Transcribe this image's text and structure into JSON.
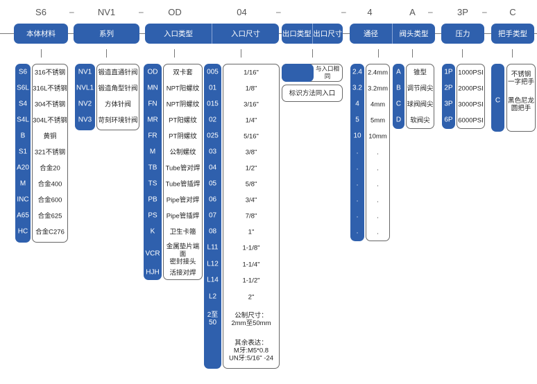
{
  "codes": [
    "S6",
    "NV1",
    "OD",
    "04",
    "4",
    "A",
    "3P",
    "C"
  ],
  "headers": {
    "material": "本体材料",
    "series": "系列",
    "inlet_type": "入口类型",
    "inlet_size": "入口尺寸",
    "outlet_type": "出口类型",
    "outlet_size": "出口尺寸",
    "bore": "通径",
    "head": "阀头类型",
    "pressure": "压力",
    "handle": "把手类型"
  },
  "material": [
    [
      "S6",
      "316不锈钢"
    ],
    [
      "S6L",
      "316L不锈钢"
    ],
    [
      "S4",
      "304不锈钢"
    ],
    [
      "S4L",
      "304L不锈钢"
    ],
    [
      "B",
      "黄铜"
    ],
    [
      "S1",
      "321不锈钢"
    ],
    [
      "A20",
      "合金20"
    ],
    [
      "M",
      "合金400"
    ],
    [
      "INC",
      "合金600"
    ],
    [
      "A65",
      "合金625"
    ],
    [
      "HC",
      "合金C276"
    ]
  ],
  "series": [
    [
      "NV1",
      "锻造直通针阀"
    ],
    [
      "NVL1",
      "锻造角型针阀"
    ],
    [
      "NV2",
      "方体针阀"
    ],
    [
      "NV3",
      "苛刻环境针阀"
    ]
  ],
  "inlet_type": [
    [
      "OD",
      "双卡套"
    ],
    [
      "MN",
      "NPT阳螺纹"
    ],
    [
      "FN",
      "NPT阴螺纹"
    ],
    [
      "MR",
      "PT阳螺纹"
    ],
    [
      "FR",
      "PT阴螺纹"
    ],
    [
      "M",
      "公制螺纹"
    ],
    [
      "TB",
      "Tube管对焊"
    ],
    [
      "TS",
      "Tube管插焊"
    ],
    [
      "PB",
      "Pipe管对焊"
    ],
    [
      "PS",
      "Pipe管插焊"
    ],
    [
      "K",
      "卫生卡箍"
    ],
    [
      "VCR",
      "金属垫片端面\n密封接头"
    ],
    [
      "HJH",
      "活接对焊"
    ]
  ],
  "inlet_size": [
    [
      "005",
      "1/16\""
    ],
    [
      "01",
      "1/8\""
    ],
    [
      "015",
      "3/16\""
    ],
    [
      "02",
      "1/4\""
    ],
    [
      "025",
      "5/16\""
    ],
    [
      "03",
      "3/8\""
    ],
    [
      "04",
      "1/2\""
    ],
    [
      "05",
      "5/8\""
    ],
    [
      "06",
      "3/4\""
    ],
    [
      "07",
      "7/8\""
    ],
    [
      "08",
      "1\""
    ],
    [
      "L11",
      "1-1/8\""
    ],
    [
      "L12",
      "1-1/4\""
    ],
    [
      "L14",
      "1-1/2\""
    ],
    [
      "L2",
      "2\""
    ],
    [
      "2至50",
      "公制尺寸：\n2mm至50mm"
    ]
  ],
  "inlet_size_note": "其余表达：\nM牙:M5*0.8\nUN牙:5/16\" -24",
  "outlet": {
    "same": "与入口相同",
    "note": "标识方法同入口"
  },
  "bore": [
    [
      "2.4",
      "2.4mm"
    ],
    [
      "3.2",
      "3.2mm"
    ],
    [
      "4",
      "4mm"
    ],
    [
      "5",
      "5mm"
    ],
    [
      "10",
      "10mm"
    ],
    [
      ".",
      "."
    ],
    [
      ".",
      "."
    ],
    [
      ".",
      "."
    ],
    [
      ".",
      "."
    ],
    [
      ".",
      "."
    ],
    [
      ".",
      "."
    ]
  ],
  "head": [
    [
      "A",
      "锥型"
    ],
    [
      "B",
      "调节阀尖"
    ],
    [
      "C",
      "球阀阀尖"
    ],
    [
      "D",
      "软阀尖"
    ]
  ],
  "pressure": [
    [
      "1P",
      "1000PSI"
    ],
    [
      "2P",
      "2000PSI"
    ],
    [
      "3P",
      "3000PSI"
    ],
    [
      "6P",
      "6000PSI"
    ]
  ],
  "handle": {
    "code": "C",
    "options": [
      "不锈钢\n一字把手",
      "黑色尼龙\n圆把手"
    ]
  }
}
